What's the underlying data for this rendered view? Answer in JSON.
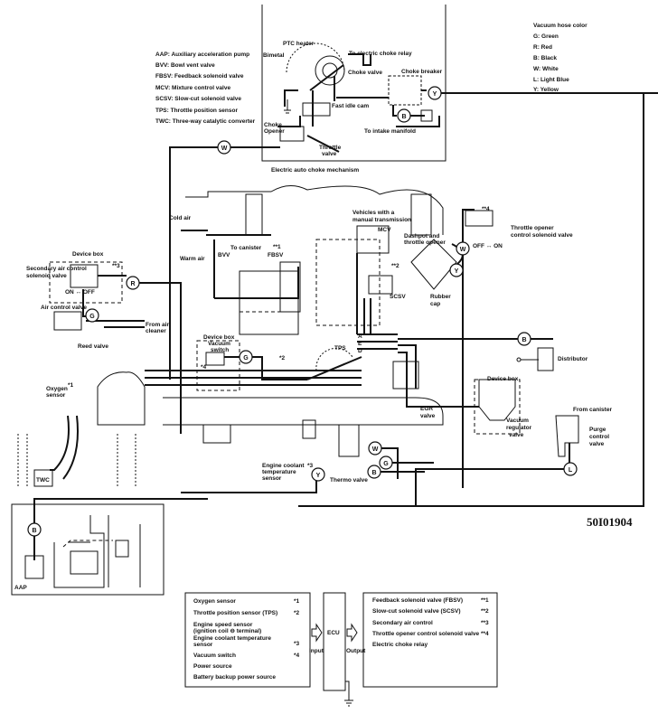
{
  "abbreviations": [
    "AAP: Auxiliary acceleration pump",
    "BVV: Bowl vent valve",
    "FBSV: Feedback solenoid valve",
    "MCV: Mixture control valve",
    "SCSV: Slow-cut solenoid valve",
    "TPS: Throttle position sensor",
    "TWC: Three-way catalytic converter"
  ],
  "hose_colors": {
    "title": "Vacuum hose color",
    "items": [
      "G: Green",
      "R: Red",
      "B: Black",
      "W: White",
      "L: Light Blue",
      "Y: Yellow"
    ]
  },
  "choke": {
    "caption": "Electric auto choke mechanism",
    "ptc_heater": "PTC heater",
    "bimetal": "Bimetal",
    "to_relay": "To electric choke relay",
    "choke_valve": "Choke valve",
    "choke_breaker": "Choke breaker",
    "fast_idle_cam": "Fast idle cam",
    "choke_opener_1": "Choke",
    "choke_opener_2": "Opener",
    "throttle_valve_1": "Throttle",
    "throttle_valve_2": "valve",
    "to_intake": "To intake manifold",
    "hose_y": "Y",
    "hose_b": "B",
    "hose_w": "W"
  },
  "engine": {
    "cold_air": "Cold air",
    "warm_air": "Warm air",
    "to_canister": "To canister",
    "fbsv_ref": "**1",
    "fbsv": "FBSV",
    "bvv": "BVV",
    "manual_1": "Vehicles with a",
    "manual_2": "manual transmission",
    "mcv": "MCV",
    "dashpot_1": "Dashpot and",
    "dashpot_2": "throttle opener",
    "scsv_ref": "**2",
    "scsv": "SCSV",
    "rubber_cap_1": "Rubber",
    "rubber_cap_2": "cap",
    "to_ref": "**4",
    "to_valve_1": "Throttle opener",
    "to_valve_2": "control solenoid valve",
    "off_on": "OFF ↔ ON",
    "hose_w": "W",
    "hose_y": "Y",
    "device_box_left": "Device box",
    "sec_air_1": "Secondary air control",
    "sec_air_2": "solenoid valve",
    "sec_air_ref": "**3",
    "on_off": "ON ↔ OFF",
    "hose_r": "R",
    "air_control_valve": "Air control valve",
    "hose_g_left": "G",
    "from_air_1": "From air",
    "from_air_2": "cleaner",
    "reed_valve": "Reed valve",
    "device_box_mid": "Device box",
    "vac_switch_1": "Vacuum",
    "vac_switch_2": "switch",
    "hose_g_mid": "G",
    "ref_2": "*2",
    "ref_4": "*4",
    "tps": "TPS",
    "port_a": "A",
    "port_e": "E",
    "port_d": "D",
    "oxygen_1": "Oxygen",
    "oxygen_2": "sensor",
    "oxygen_ref": "*1",
    "hose_b_dist": "B",
    "distributor": "Distributor",
    "device_box_right": "Device box",
    "vrv_1": "Vacuum",
    "vrv_2": "regulator",
    "vrv_3": "valve",
    "egr_1": "EGR",
    "egr_2": "valve",
    "from_canister": "From canister",
    "purge_1": "Purge",
    "purge_2": "control",
    "purge_3": "valve",
    "hose_l": "L",
    "ect_1": "Engine coolant",
    "ect_2": "temperature",
    "ect_3": "sensor",
    "ect_ref": "*3",
    "thermo_valve": "Thermo valve",
    "hose_w_thermo": "W",
    "hose_g_thermo": "G",
    "hose_b_thermo": "B",
    "hose_y_thermo": "Y",
    "twc": "TWC",
    "hose_b_aap": "B",
    "aap": "AAP"
  },
  "figure_code": "50I01904",
  "ecu": {
    "label": "ECU",
    "input_label": "Input",
    "output_label": "Output",
    "inputs": [
      {
        "name": "Oxygen sensor",
        "ref": "*1"
      },
      {
        "name": "Throttle position sensor (TPS)",
        "ref": "*2"
      },
      {
        "name": "Engine speed sensor",
        "name2": "(ignition coil ⊖ terminal)",
        "ref": ""
      },
      {
        "name": "Engine coolant temperature",
        "name2": "sensor",
        "ref": "*3"
      },
      {
        "name": "Vacuum switch",
        "ref": "*4"
      },
      {
        "name": "Power source",
        "ref": ""
      },
      {
        "name": "Battery backup power source",
        "ref": ""
      }
    ],
    "outputs": [
      {
        "name": "Feedback solenoid valve (FBSV)",
        "ref": "**1"
      },
      {
        "name": "Slow-cut solenoid valve (SCSV)",
        "ref": "**2"
      },
      {
        "name": "Secondary air control",
        "ref": "**3"
      },
      {
        "name": "Throttle opener control solenoid valve",
        "ref": "**4"
      },
      {
        "name": "Electric choke relay",
        "ref": ""
      }
    ]
  }
}
